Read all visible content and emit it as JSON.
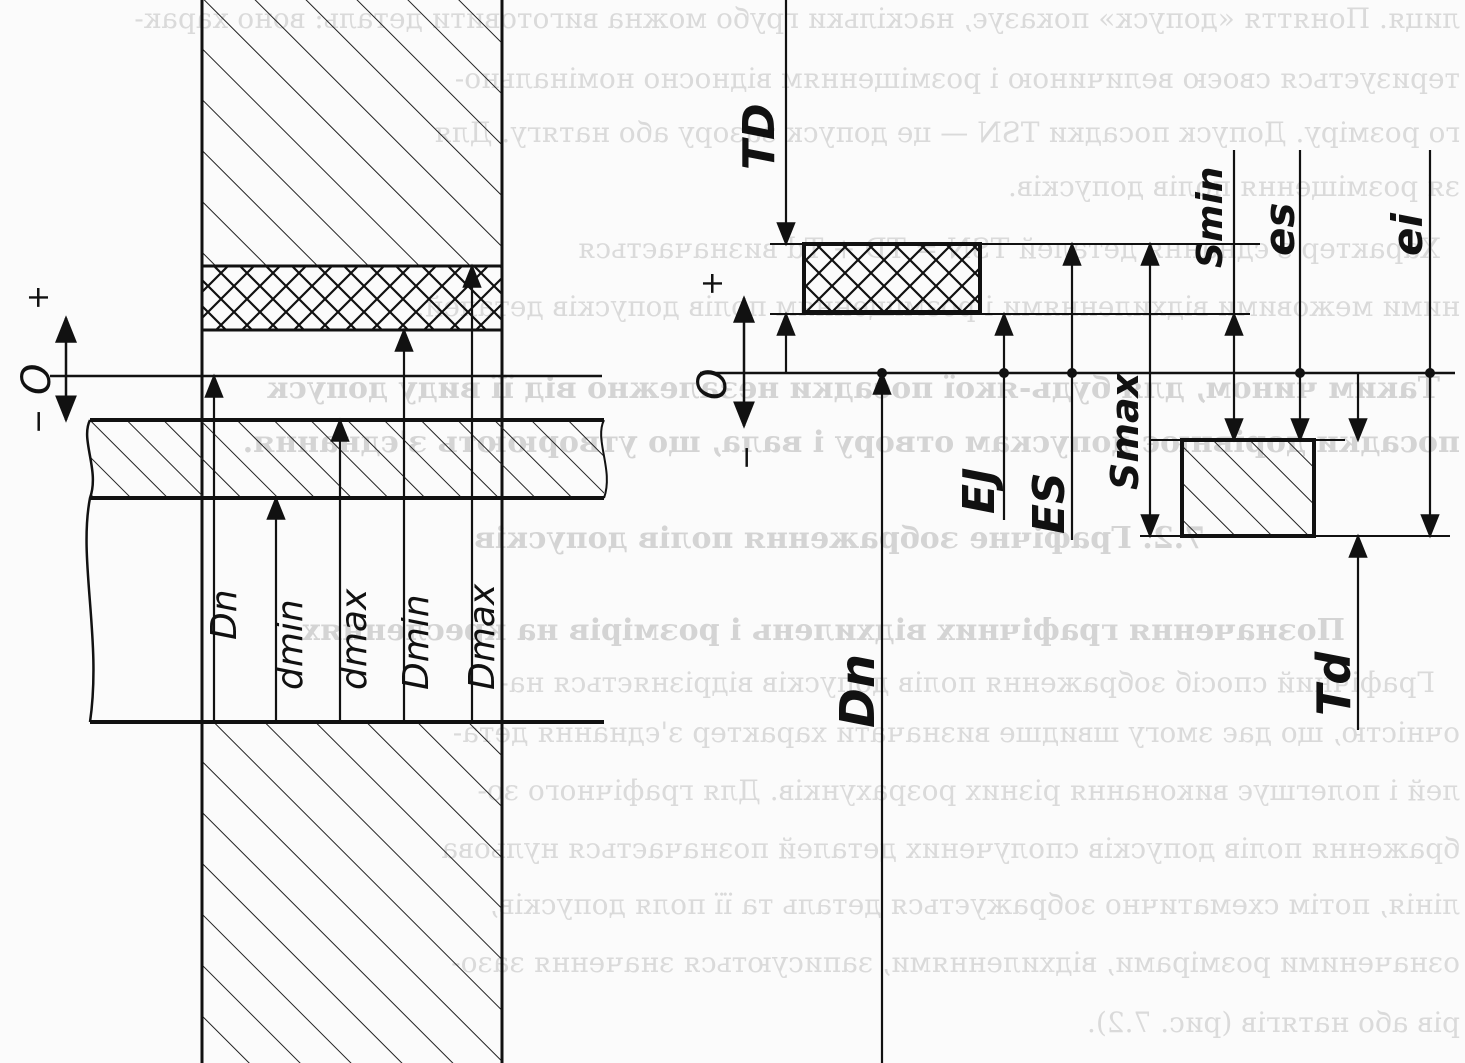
{
  "figure": {
    "left_scheme": {
      "zero_line_label": "O",
      "plus_sign": "+",
      "minus_sign": "−",
      "dimension_labels": [
        "Dn",
        "dmin",
        "dmax",
        "Dmin",
        "Dmax"
      ]
    },
    "right_scheme": {
      "zero_line_label": "O",
      "plus_sign": "+",
      "minus_sign": "−",
      "hole_tolerance_label": "TD",
      "shaft_tolerance_label": "Td",
      "nominal_label": "Dn",
      "deviation_labels": [
        "EJ",
        "ES",
        "Smax",
        "Smin",
        "es",
        "ei"
      ]
    }
  },
  "background_text": {
    "lines": [
      "лиця. Поняття «допуск» показує, наскільки грубо можна виготовити деталь: воно харак-",
      "теризується своєю величиною і розміщенням відносно номінально-",
      "го розміру. Допуск посадки TSN — це допуск зазору або натягу. Для",
      "зя розміщення полів допусків.",
      "Характер з'єднання деталей TSN = TD + Td визначається",
      "ними межовими відхиленнями і розміщенням полів допусків деталей.",
      "Таким чином, для будь-якої посадки незалежно від її виду допуск",
      "посадки дорівнює допускам отвору і вала, що утворюють з'єднання.",
      "7.2. Графічне зображення полів допусків",
      "Позначення графічних відхилень і розмірів на кресленнях",
      "Графічний спосіб зображення полів допусків відрізняється на-",
      "очністю, що дає змогу швидше визначати характер з'єднання дета-",
      "лей і полегшує виконання різних розрахунків. Для графічного зо-",
      "браження полів допусків сполучених деталей позначається нульова",
      "лінія, потім схематично зображується деталь та її поля допусків,",
      "означеними розмірами, відхиленнями, записуються значення зазо-",
      "рів або натягів (рис. 7.2)."
    ]
  },
  "colors": {
    "ink": "#111111",
    "ghost_text": "#d6d6d6",
    "paper": "#fbfbfb"
  }
}
